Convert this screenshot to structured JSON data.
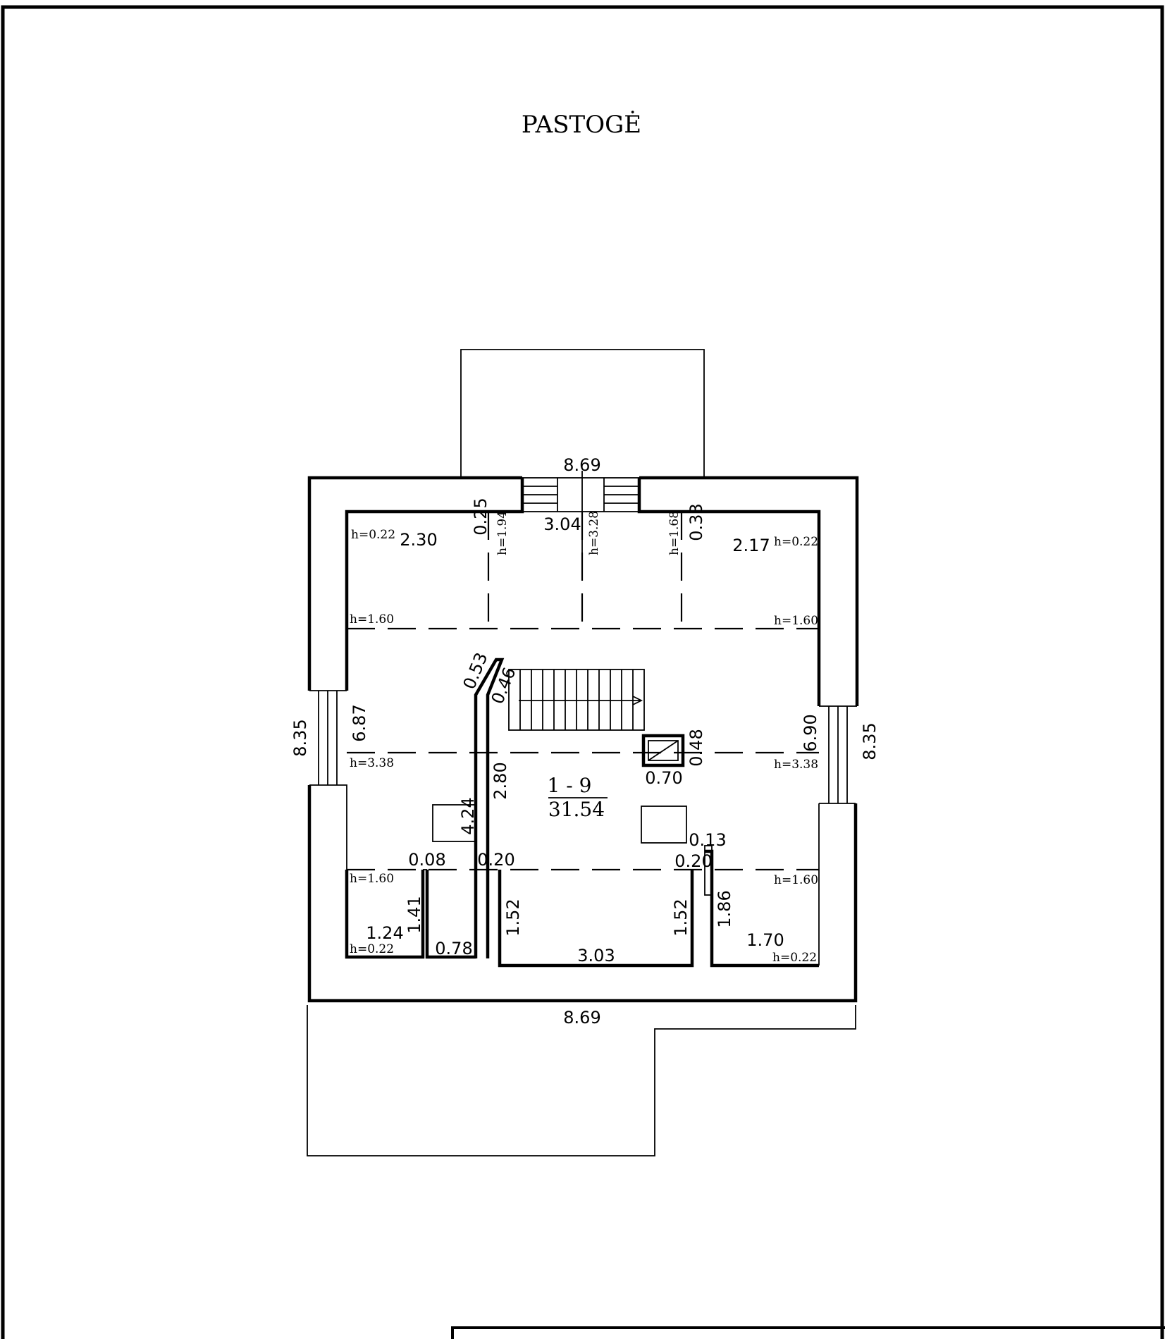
{
  "title": "PASTOGĖ",
  "room": {
    "number": "1 - 9",
    "area": "31.54"
  },
  "dimensions": {
    "top_width": "8.69",
    "bottom_width": "8.69",
    "left_height": "8.35",
    "right_height": "8.35",
    "top_left_len": "2.30",
    "top_right_len": "2.17",
    "top_mid_len": "3.04",
    "wall_025": "0.25",
    "wall_033": "0.33",
    "left_inner": "6.87",
    "right_inner": "6.90",
    "stair_053": "0.53",
    "stair_046": "0.46",
    "stair_wall_280": "2.80",
    "wall_424": "4.24",
    "chimney_070": "0.70",
    "chimney_048": "0.48",
    "d_013": "0.13",
    "d_008": "0.08",
    "d_020_left": "0.20",
    "d_020_right": "0.20",
    "d_141": "1.41",
    "d_124": "1.24",
    "d_078": "0.78",
    "d_152_left": "1.52",
    "d_152_right": "1.52",
    "d_303": "3.03",
    "d_186": "1.86",
    "d_170": "1.70"
  },
  "heights": {
    "h_tl_022": "h=0.22",
    "h_tr_022": "h=0.22",
    "h_194": "h=1.94",
    "h_328": "h=3.28",
    "h_168": "h=1.68",
    "h_l_160_top": "h=1.60",
    "h_r_160_top": "h=1.60",
    "h_l_338": "h=3.38",
    "h_r_338": "h=3.38",
    "h_l_160_bot": "h=1.60",
    "h_r_160_bot": "h=1.60",
    "h_bl_022": "h=0.22",
    "h_br_022": "h=0.22"
  }
}
